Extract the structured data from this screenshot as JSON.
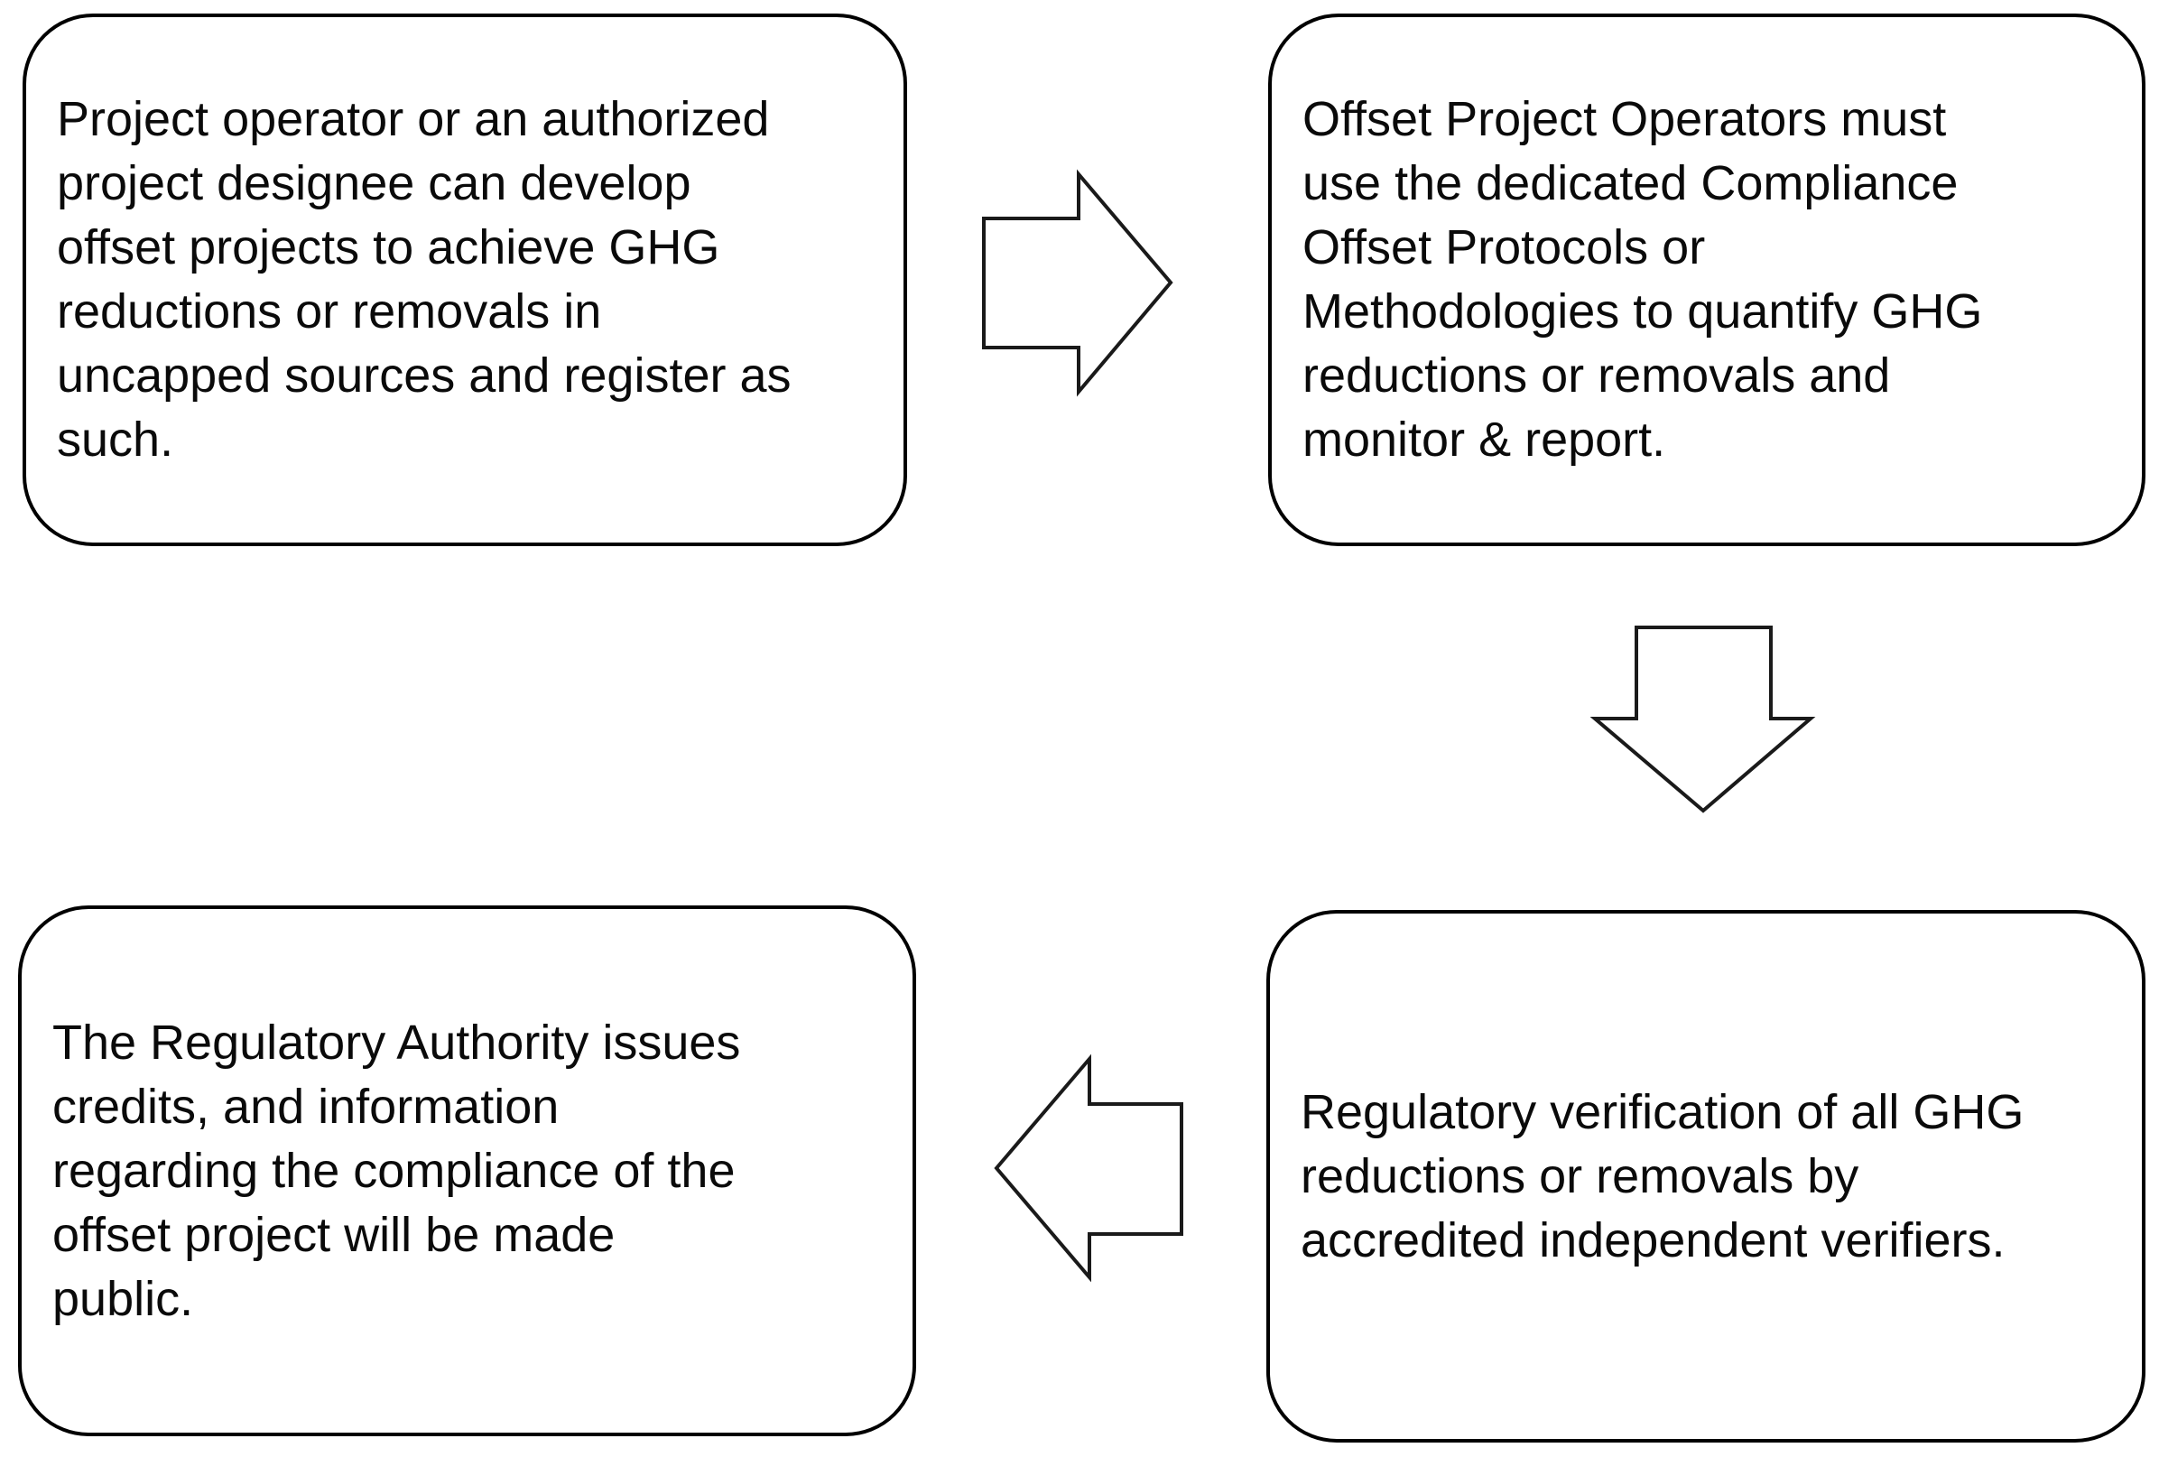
{
  "diagram": {
    "type": "flowchart",
    "colors": {
      "background": "#ffffff",
      "box_fill": "#ffffff",
      "box_border": "#000000",
      "text": "#0a0a0a",
      "arrow_outline": "#1a1a1a"
    },
    "steps": [
      {
        "id": "step-1",
        "position": "top-left",
        "text": "Project operator or an authorized\nproject designee can develop\noffset projects to achieve GHG\nreductions or removals in\nuncapped sources and register as\nsuch."
      },
      {
        "id": "step-2",
        "position": "top-right",
        "text": "Offset Project Operators must\nuse the dedicated Compliance\nOffset Protocols or\nMethodologies to quantify GHG\nreductions or removals and\nmonitor & report."
      },
      {
        "id": "step-3",
        "position": "bottom-right",
        "text": "Regulatory verification of all GHG\nreductions or removals by\naccredited independent verifiers."
      },
      {
        "id": "step-4",
        "position": "bottom-left",
        "text": "The Regulatory Authority issues\ncredits, and information\nregarding the compliance of the\noffset project will be made\npublic."
      }
    ],
    "arrows": [
      {
        "name": "right-block-arrow",
        "direction": "right"
      },
      {
        "name": "down-block-arrow",
        "direction": "down"
      },
      {
        "name": "left-block-arrow",
        "direction": "left"
      }
    ]
  }
}
